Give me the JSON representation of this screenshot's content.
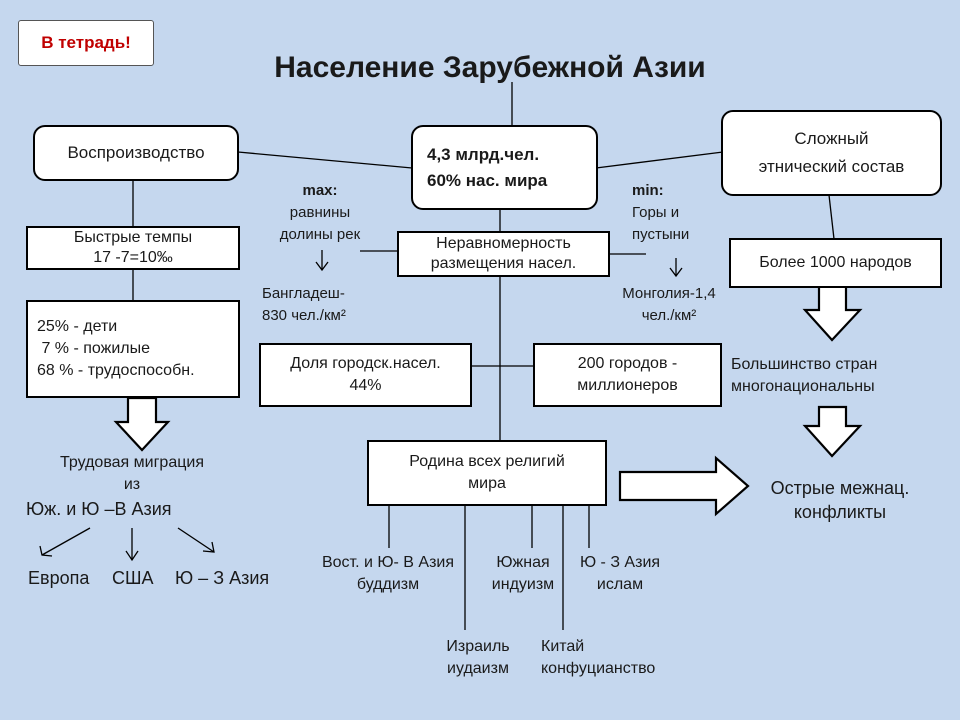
{
  "badge": "В тетрадь!",
  "title": "Население Зарубежной Азии",
  "center": {
    "line1": "4,3 млрд.чел.",
    "line2": "60% нас. мира"
  },
  "left": {
    "heading": "Воспроизводство",
    "rates_line1": "Быстрые темпы",
    "rates_line2": "17 -7=10‰",
    "age_line1": "25% - дети",
    "age_line2": " 7 % - пожилые",
    "age_line3": "68 % - трудоспособн.",
    "migration_line1": "Трудовая миграция",
    "migration_line2": "из",
    "migration_source": "Юж. и Ю –В Азия",
    "dest_europe": "Европа",
    "dest_usa": "США",
    "dest_sw_asia": "Ю – З Азия"
  },
  "right": {
    "heading_line1": "Сложный",
    "heading_line2": "этнический состав",
    "peoples": "Более 1000 народов",
    "multinational_line1": "Большинство стран",
    "multinational_line2": "многонациональны",
    "conflicts_line1": "Острые межнац.",
    "conflicts_line2": "конфликты"
  },
  "distribution": {
    "line1": "Неравномерность",
    "line2": "размещения насел.",
    "max_label": "max:",
    "max_line1": "равнины",
    "max_line2": "долины рек",
    "max_example_line1": "Бангладеш-",
    "max_example_line2": "830 чел./км²",
    "min_label": "min:",
    "min_line1": "Горы и",
    "min_line2": "пустыни",
    "min_example_line1": "Монголия-1,4",
    "min_example_line2": "чел./км²",
    "arrow_glyph": "↓"
  },
  "urban": {
    "line1": "Доля городск.насел.",
    "line2": "44%"
  },
  "millionaires": {
    "line1": "200 городов -",
    "line2": "миллионеров"
  },
  "religions": {
    "line1": "Родина всех религий",
    "line2": "мира",
    "buddhism_line1": "Вост. и Ю- В Азия",
    "buddhism_line2": "буддизм",
    "hinduism_line1": "Южная",
    "hinduism_line2": "индуизм",
    "islam_line1": "Ю - З Азия",
    "islam_line2": "ислам",
    "judaism_line1": "Израиль",
    "judaism_line2": "иудаизм",
    "confucianism_line1": "Китай",
    "confucianism_line2": "конфуцианство"
  },
  "colors": {
    "background": "#c5d7ee",
    "badge_text": "#c00000"
  }
}
